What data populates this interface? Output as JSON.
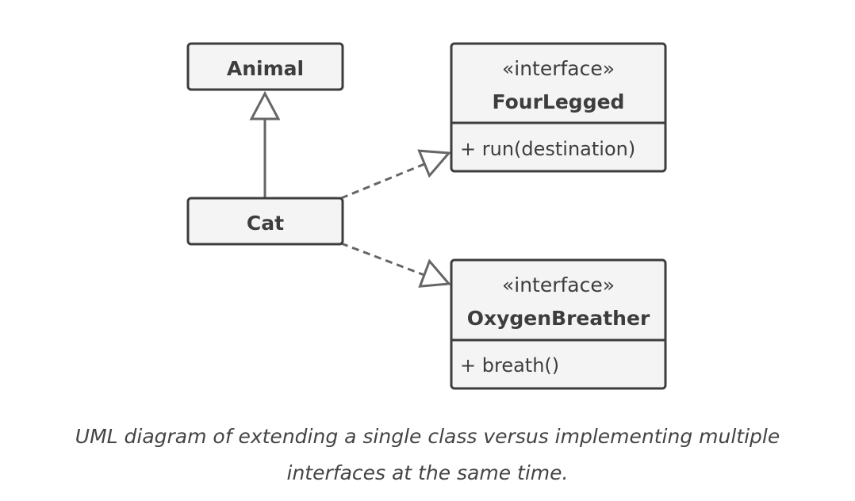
{
  "diagram": {
    "classes": {
      "animal": {
        "name": "Animal"
      },
      "cat": {
        "name": "Cat"
      },
      "four_legged": {
        "stereotype": "«interface»",
        "name": "FourLegged",
        "method": "+ run(destination)"
      },
      "oxygen_breather": {
        "stereotype": "«interface»",
        "name": "OxygenBreather",
        "method": "+ breath()"
      }
    },
    "relations": [
      {
        "from": "Cat",
        "to": "Animal",
        "kind": "inheritance"
      },
      {
        "from": "Cat",
        "to": "FourLegged",
        "kind": "realization"
      },
      {
        "from": "Cat",
        "to": "OxygenBreather",
        "kind": "realization"
      }
    ]
  },
  "caption": {
    "line1": "UML diagram of extending a single class versus implementing multiple",
    "line2": "interfaces at the same time."
  },
  "colors": {
    "box_fill": "#f4f4f4",
    "box_stroke": "#3d3d3d",
    "edge": "#666666",
    "text": "#3d3d3d",
    "caption": "#444444"
  }
}
